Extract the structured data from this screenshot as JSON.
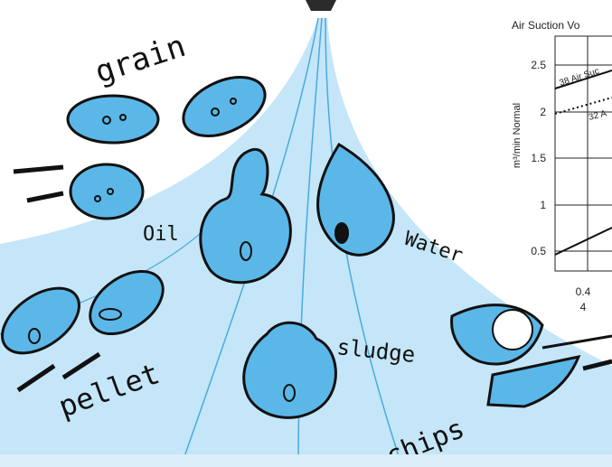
{
  "illustration": {
    "labels": {
      "grain": "grain",
      "oil": "Oil",
      "water": "Water",
      "sludge": "sludge",
      "pellet": "pellet",
      "chips": "chips"
    },
    "colors": {
      "water_light": "#c4e6f8",
      "character_blue": "#5bb7e8",
      "outline": "#111111"
    }
  },
  "chart_inset": {
    "title": "Air Suction Vo",
    "ylabel": "m³/min Normal",
    "ytick_labels": [
      "2.5",
      "2",
      "1.5",
      "1",
      "0.5"
    ],
    "xtick_labels": [
      "0.4"
    ],
    "xtick_sublabels": [
      "4"
    ],
    "line_labels": [
      "38 Air Suc",
      "32 A"
    ]
  }
}
